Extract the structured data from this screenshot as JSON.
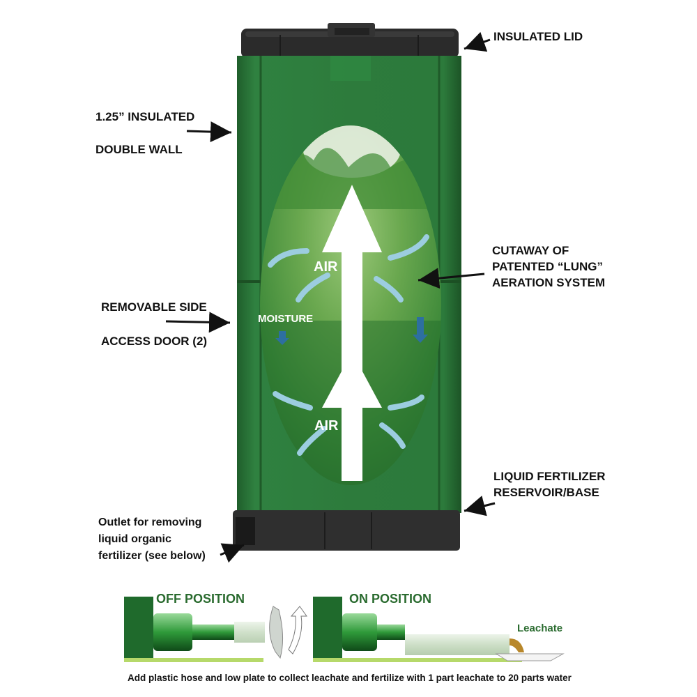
{
  "callouts": {
    "insulated_lid": "INSULATED LID",
    "double_wall_line1": "1.25”  INSULATED",
    "double_wall_line2": "DOUBLE WALL",
    "cutaway_line1": "CUTAWAY OF",
    "cutaway_line2": "PATENTED “LUNG”",
    "cutaway_line3": "AERATION SYSTEM",
    "side_door_line1": "REMOVABLE SIDE",
    "side_door_line2": "ACCESS DOOR (2)",
    "reservoir_line1": "LIQUID FERTILIZER",
    "reservoir_line2": "RESERVOIR/BASE",
    "outlet_line1": "Outlet for removing",
    "outlet_line2": "liquid organic",
    "outlet_line3": "fertilizer (see below)"
  },
  "cutaway": {
    "air_top": "AIR",
    "air_bottom": "AIR",
    "moisture": "MOISTURE"
  },
  "valve": {
    "off_label": "OFF POSITION",
    "on_label": "ON POSITION",
    "leachate_label": "Leachate"
  },
  "caption": "Add plastic hose and low  plate to collect leachate and fertilize with 1 part leachate to 20 parts water",
  "colors": {
    "bin_green": "#2e7d3a",
    "lid_black": "#2a2a2a",
    "label_green": "#2a6b2f"
  }
}
